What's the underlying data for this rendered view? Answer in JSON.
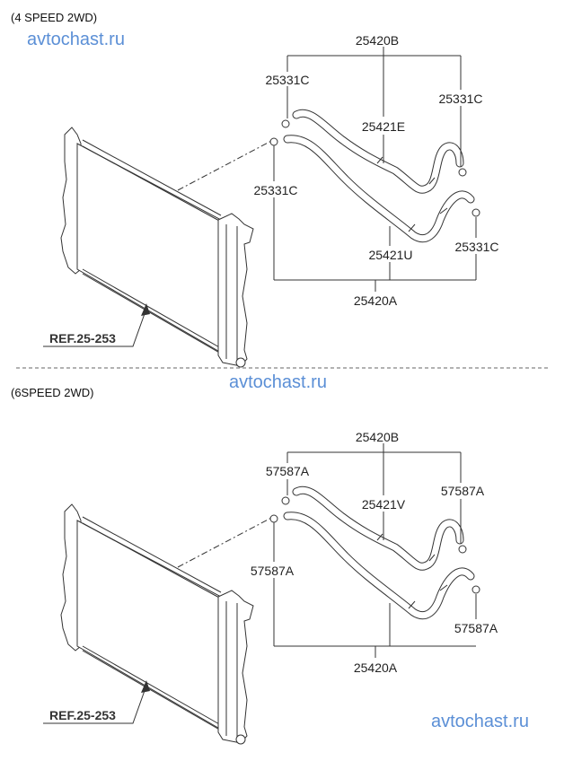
{
  "watermark": "avtochast.ru",
  "colors": {
    "watermark": "#5b8fd6",
    "lines": "#333333"
  },
  "panel_4speed": {
    "title": "(4 SPEED 2WD)",
    "ref": "REF.25-253",
    "labels": {
      "hose_assy_upper": "25420B",
      "clamp_top_left": "25331C",
      "hose_upper": "25421E",
      "clamp_top_right": "25331C",
      "clamp_lower_left": "25331C",
      "hose_lower": "25421U",
      "clamp_lower_right": "25331C",
      "hose_assy_lower": "25420A"
    }
  },
  "panel_6speed": {
    "title": "(6SPEED 2WD)",
    "ref": "REF.25-253",
    "labels": {
      "hose_assy_upper": "25420B",
      "clamp_top_left": "57587A",
      "hose_upper": "25421V",
      "clamp_top_right": "57587A",
      "clamp_lower_left": "57587A",
      "clamp_lower_right": "57587A",
      "hose_assy_lower": "25420A"
    }
  }
}
